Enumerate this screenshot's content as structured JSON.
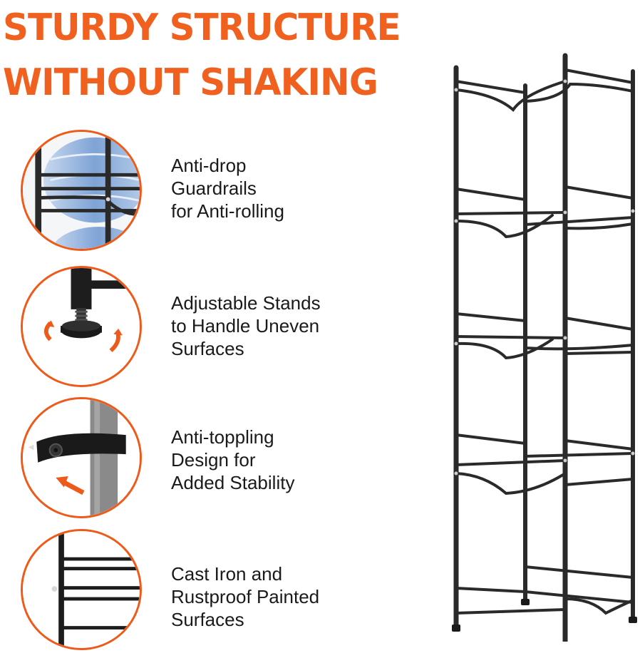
{
  "headline": {
    "line1": "STURDY STRUCTURE",
    "line2": "WITHOUT SHAKING"
  },
  "features": [
    {
      "lines": [
        "Anti-drop",
        "Guardrails",
        "for Anti-rolling"
      ],
      "icon": "bottle-guardrail-icon"
    },
    {
      "lines": [
        "Adjustable Stands",
        "to Handle Uneven",
        "Surfaces"
      ],
      "icon": "adjustable-foot-icon"
    },
    {
      "lines": [
        "Anti-toppling",
        "Design for",
        "Added Stability"
      ],
      "icon": "anti-tip-strap-icon"
    },
    {
      "lines": [
        "Cast Iron and",
        "Rustproof Painted",
        "Surfaces"
      ],
      "icon": "painted-frame-icon"
    }
  ],
  "colors": {
    "accent": "#f0601e",
    "text": "#1a1a1a",
    "metal": "#2a2a2a"
  }
}
